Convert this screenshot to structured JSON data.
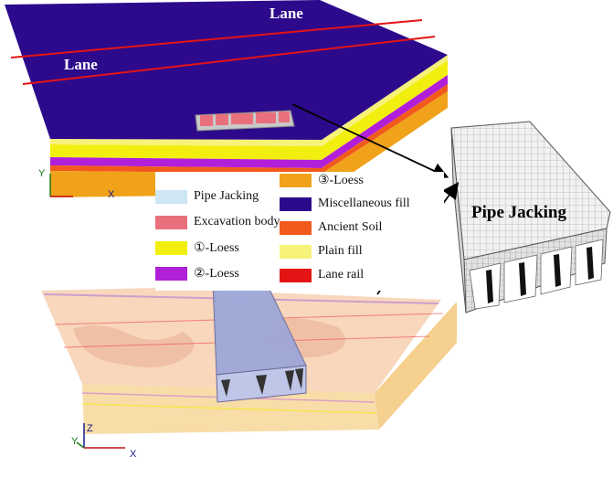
{
  "labels": {
    "lane_top": "Lane",
    "lane_left": "Lane",
    "pipe_jacking_detail": "Pipe Jacking"
  },
  "axes_top": {
    "y": "Y",
    "x": "X"
  },
  "axes_bottom": {
    "z": "Z",
    "y": "Y",
    "x": "X"
  },
  "legend": [
    {
      "label": "Pipe Jacking",
      "color": "#cfe6f5"
    },
    {
      "label": "Excavation body",
      "color": "#e8707c"
    },
    {
      "label": "①-Loess",
      "color": "#f2ef10"
    },
    {
      "label": "②-Loess",
      "color": "#b21fd8"
    },
    {
      "label": "③-Loess",
      "color": "#f0a21a"
    },
    {
      "label": "Miscellaneous fill",
      "color": "#2d0a8c"
    },
    {
      "label": "Ancient Soil",
      "color": "#f25a1c"
    },
    {
      "label": "Plain fill",
      "color": "#f7f27a"
    },
    {
      "label": "Lane rail",
      "color": "#e41414"
    }
  ]
}
